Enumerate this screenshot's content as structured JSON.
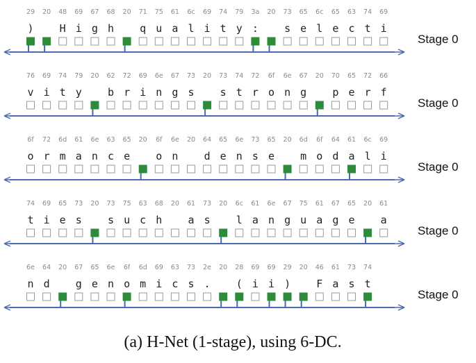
{
  "caption": "(a) H-Net (1-stage), using 6-DC.",
  "colors": {
    "selected": "#2e8b3a",
    "arrow": "#4a69b0",
    "box_border": "#999999"
  },
  "rows": [
    {
      "stage_label": "Stage 0",
      "hex": [
        "29",
        "20",
        "48",
        "69",
        "67",
        "68",
        "20",
        "71",
        "75",
        "61",
        "6c",
        "69",
        "74",
        "79",
        "3a",
        "20",
        "73",
        "65",
        "6c",
        "65",
        "63",
        "74",
        "69"
      ],
      "chars": [
        ")",
        "",
        "H",
        "i",
        "g",
        "h",
        "",
        "q",
        "u",
        "a",
        "l",
        "i",
        "t",
        "y",
        ":",
        "",
        "s",
        "e",
        "l",
        "e",
        "c",
        "t",
        "i"
      ],
      "selected": [
        0,
        1,
        6,
        14,
        15
      ]
    },
    {
      "stage_label": "Stage 0",
      "hex": [
        "76",
        "69",
        "74",
        "79",
        "20",
        "62",
        "72",
        "69",
        "6e",
        "67",
        "73",
        "20",
        "73",
        "74",
        "72",
        "6f",
        "6e",
        "67",
        "20",
        "70",
        "65",
        "72",
        "66"
      ],
      "chars": [
        "v",
        "i",
        "t",
        "y",
        "",
        "b",
        "r",
        "i",
        "n",
        "g",
        "s",
        "",
        "s",
        "t",
        "r",
        "o",
        "n",
        "g",
        "",
        "p",
        "e",
        "r",
        "f"
      ],
      "selected": [
        4,
        11,
        18
      ]
    },
    {
      "stage_label": "Stage 0",
      "hex": [
        "6f",
        "72",
        "6d",
        "61",
        "6e",
        "63",
        "65",
        "20",
        "6f",
        "6e",
        "20",
        "64",
        "65",
        "6e",
        "73",
        "65",
        "20",
        "6d",
        "6f",
        "64",
        "61",
        "6c",
        "69"
      ],
      "chars": [
        "o",
        "r",
        "m",
        "a",
        "n",
        "c",
        "e",
        "",
        "o",
        "n",
        "",
        "d",
        "e",
        "n",
        "s",
        "e",
        "",
        "m",
        "o",
        "d",
        "a",
        "l",
        "i"
      ],
      "selected": [
        7,
        16,
        20
      ]
    },
    {
      "stage_label": "Stage 0",
      "hex": [
        "74",
        "69",
        "65",
        "73",
        "20",
        "73",
        "75",
        "63",
        "68",
        "20",
        "61",
        "73",
        "20",
        "6c",
        "61",
        "6e",
        "67",
        "75",
        "61",
        "67",
        "65",
        "20",
        "61"
      ],
      "chars": [
        "t",
        "i",
        "e",
        "s",
        "",
        "s",
        "u",
        "c",
        "h",
        "",
        "a",
        "s",
        "",
        "l",
        "a",
        "n",
        "g",
        "u",
        "a",
        "g",
        "e",
        "",
        "a"
      ],
      "selected": [
        4,
        12,
        21
      ]
    },
    {
      "stage_label": "Stage 0",
      "hex": [
        "6e",
        "64",
        "20",
        "67",
        "65",
        "6e",
        "6f",
        "6d",
        "69",
        "63",
        "73",
        "2e",
        "20",
        "28",
        "69",
        "69",
        "29",
        "20",
        "46",
        "61",
        "73",
        "74"
      ],
      "chars": [
        "n",
        "d",
        "",
        "g",
        "e",
        "n",
        "o",
        "m",
        "i",
        "c",
        "s",
        ".",
        "",
        "(",
        "i",
        "i",
        ")",
        "",
        "F",
        "a",
        "s",
        "t"
      ],
      "selected": [
        2,
        6,
        12,
        13,
        15,
        16,
        17,
        21
      ]
    }
  ]
}
